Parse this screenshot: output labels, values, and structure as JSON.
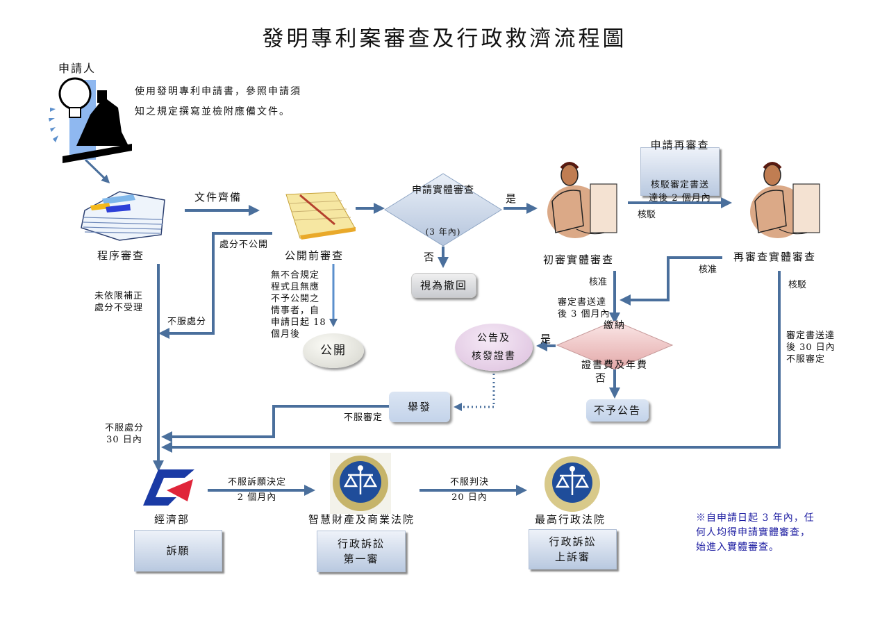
{
  "title": "發明專利案審查及行政救濟流程圖",
  "colors": {
    "arrow": "#4a6f9c",
    "note_text": "#1a1aa0",
    "diamond_blue": "#c9d5e6",
    "diamond_pink": "#efc5c5",
    "ellipse_purple": "#e6cfe7"
  },
  "applicant": {
    "label": "申請人",
    "instruction": "使用發明專利申請書，參照申請須\n知之規定撰寫並檢附應備文件。",
    "icon": "inventor-lightbulb-icon"
  },
  "nodes": {
    "formality_exam": {
      "label": "程序審查",
      "icon": "document-stack-icon"
    },
    "pre_publication_exam": {
      "label": "公開前審查",
      "icon": "notepad-icon"
    },
    "request_substantive": {
      "label": "申請實體審查",
      "sub": "(3 年內)"
    },
    "deemed_withdrawn": {
      "label": "視為撤回"
    },
    "first_substantive": {
      "label": "初審實體審查",
      "icon": "examiner-computer-icon"
    },
    "re_exam_request": {
      "label": "申請再審查",
      "sub": "核駁審定書送\n達後 2 個月內"
    },
    "re_exam_substantive": {
      "label": "再審查實體審查",
      "icon": "examiner-computer-icon"
    },
    "publish": {
      "label": "公開"
    },
    "pay_fees": {
      "label_top": "繳納",
      "label_main": "證書費及年費"
    },
    "announce": {
      "label": "公告及\n核發證書"
    },
    "not_announced": {
      "label": "不予公告"
    },
    "invalidation": {
      "label": "舉發"
    },
    "moea": {
      "name": "經濟部",
      "box": "訴願",
      "icon": "moea-logo-icon"
    },
    "ip_court": {
      "name": "智慧財產及商業法院",
      "box": "行政訴訟\n第一審",
      "icon": "ip-court-emblem-icon"
    },
    "supreme_admin_court": {
      "name": "最高行政法院",
      "box": "行政訴訟\n上訴審",
      "icon": "supreme-court-emblem-icon"
    }
  },
  "edge_labels": {
    "documents_complete": "文件齊備",
    "not_published": "處分不公開",
    "not_complied": "未依限補正\n處分不受理",
    "disagree_disposition_1": "不服處分",
    "publish_condition": "無不合規定\n程式且無應\n不予公開之\n情事者，自\n申請日起 18\n個月後",
    "yes_1": "是",
    "no_1": "否",
    "rejected_1": "核駁",
    "approved_1": "核准",
    "approved_2": "核准",
    "rejected_2": "核駁",
    "within_3_months": "審定書送達\n後 3 個月內",
    "yes_2": "是",
    "no_2": "否",
    "within_30_days_review": "審定書送達\n後 30 日內\n不服審定",
    "disagree_decision": "不服審定",
    "disagree_disposition_2": "不服處分\n30 日內",
    "appeal_decision": "不服訴願決定\n2 個月內",
    "appeal_judgment": "不服判決\n20 日內"
  },
  "footnote": "※自申請日起 3 年內，任\n何人均得申請實體審查，\n始進入實體審查。"
}
